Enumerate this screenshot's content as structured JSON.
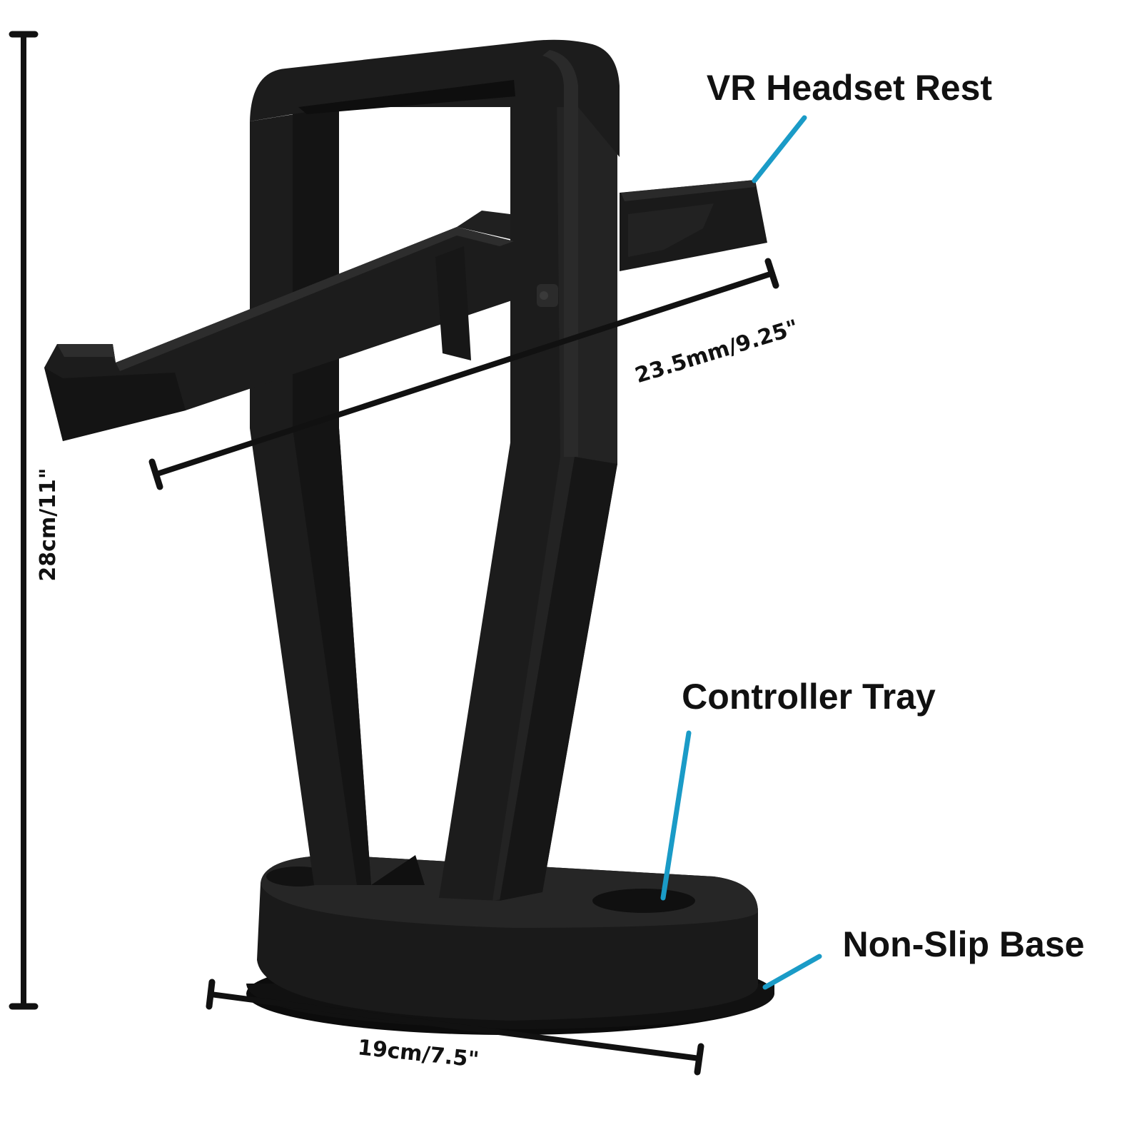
{
  "callouts": {
    "headset_rest": "VR Headset Rest",
    "controller_tray": "Controller Tray",
    "non_slip_base": "Non-Slip Base"
  },
  "dimensions": {
    "height": "28cm/11\"",
    "arm_width": "23.5mm/9.25\"",
    "base_width": "19cm/7.5\""
  },
  "colors": {
    "callout_line": "#1a9bc7",
    "stand_body": "#1c1c1c",
    "stand_dark": "#0f0f0f",
    "stand_highlight": "#2b2b2b",
    "dimension_line": "#111111"
  }
}
